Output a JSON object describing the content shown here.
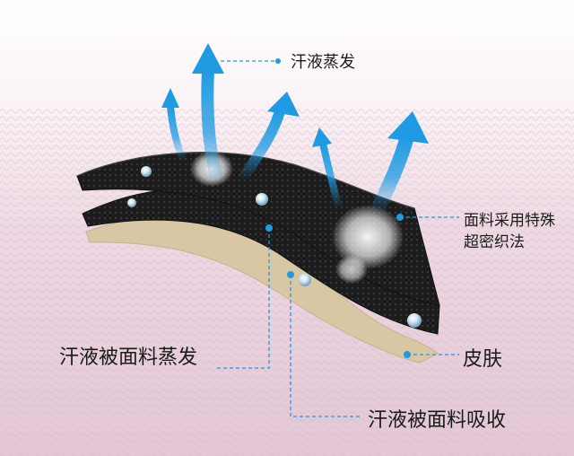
{
  "labels": {
    "sweat_evaporation": "汗液蒸发",
    "fabric_weave_line1": "面料采用特殊",
    "fabric_weave_line2": "超密织法",
    "fabric_evaporates": "汗液被面料蒸发",
    "skin": "皮肤",
    "fabric_absorbs": "汗液被面料吸收"
  },
  "colors": {
    "arrow_blue": "#1e9be3",
    "leader_line": "#1e9be3",
    "fabric_black": "#1b1b1b",
    "skin_beige": "#d9c6a5",
    "background_pink": "#e9d3de"
  }
}
